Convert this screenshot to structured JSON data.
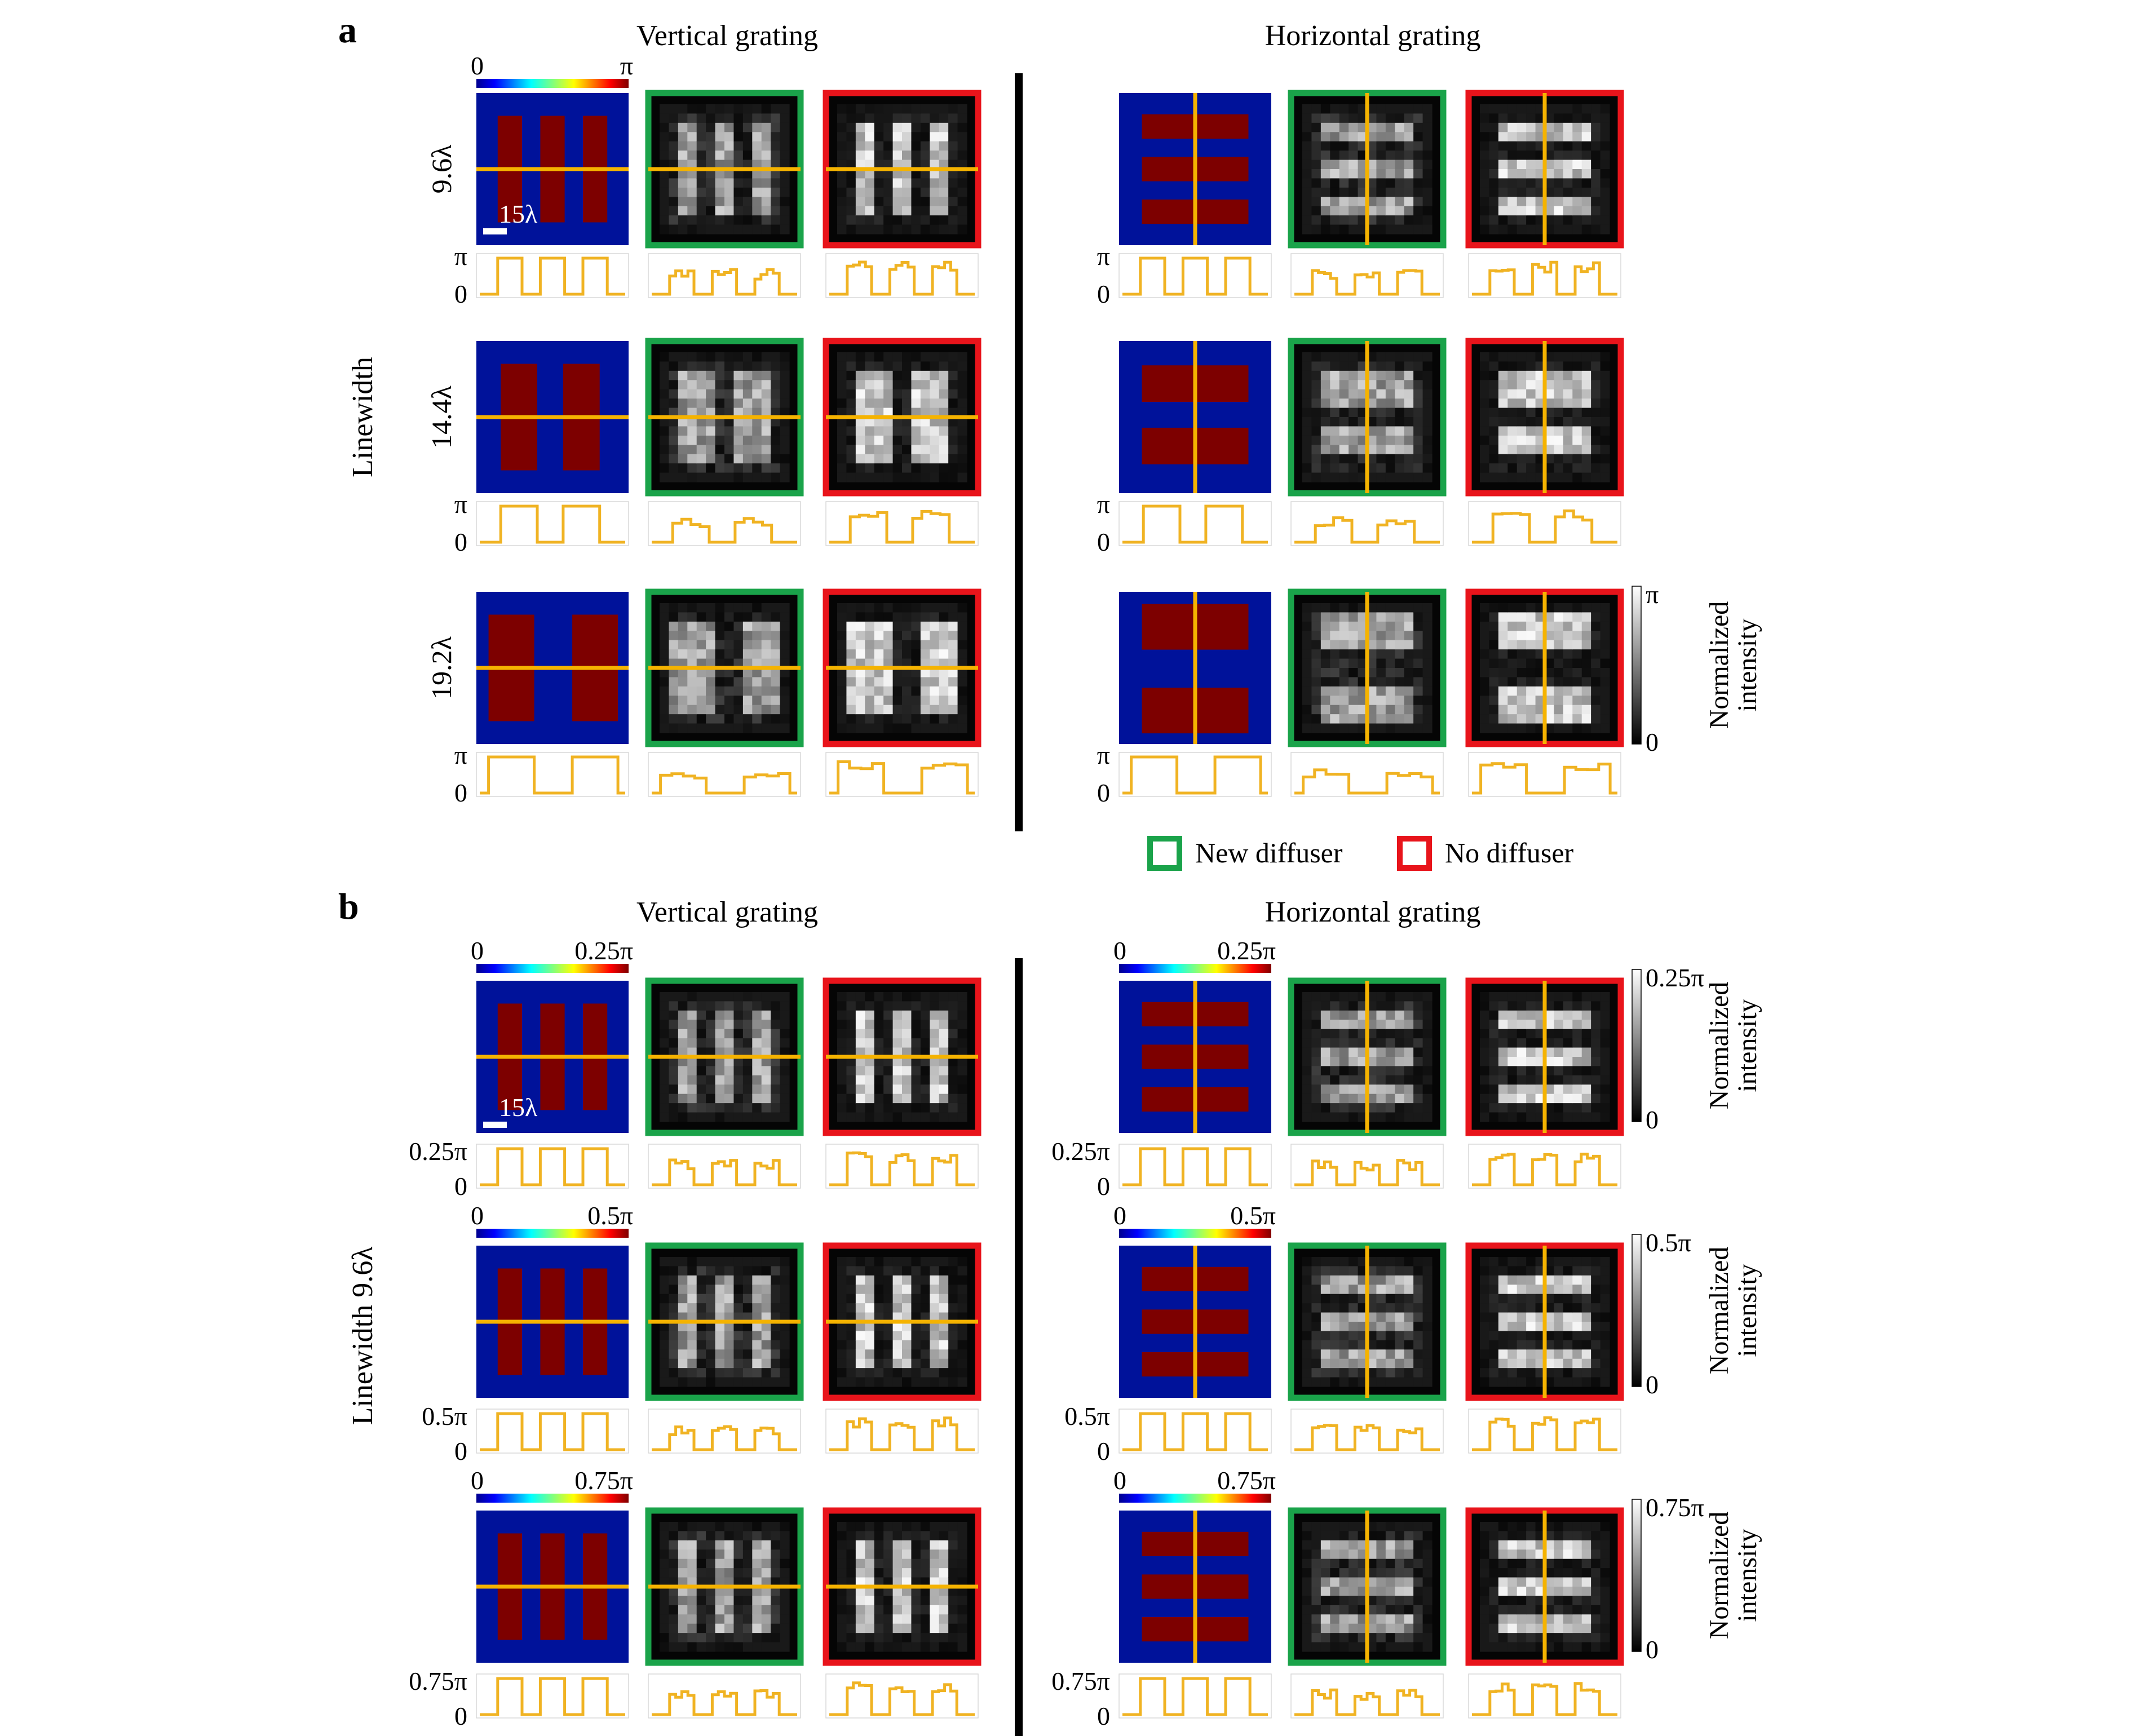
{
  "panels": [
    {
      "letter": "a",
      "vertical_title": "Vertical grating",
      "horizontal_title": "Horizontal grating",
      "side_label": "Linewidth",
      "colorbar_top": {
        "min": "0",
        "max": "π"
      },
      "scale_bar": "15λ",
      "rows": [
        {
          "row_label": "9.6λ",
          "bars": 3,
          "wide": false,
          "profile_top": "π",
          "profile_bottom": "0"
        },
        {
          "row_label": "14.4λ",
          "bars": 2,
          "wide": false,
          "profile_top": "π",
          "profile_bottom": "0"
        },
        {
          "row_label": "19.2λ",
          "bars": 2,
          "wide": true,
          "profile_top": "π",
          "profile_bottom": "0"
        }
      ],
      "intensity_bar": {
        "top": "π",
        "bottom": "0",
        "label_line1": "Normalized",
        "label_line2": "intensity"
      },
      "legend": {
        "new": "New diffuser",
        "none": "No diffuser"
      }
    },
    {
      "letter": "b",
      "vertical_title": "Vertical grating",
      "horizontal_title": "Horizontal grating",
      "side_label": "Linewidth 9.6λ",
      "scale_bar": "15λ",
      "rows": [
        {
          "cb_min": "0",
          "cb_max": "0.25π",
          "profile_top": "0.25π",
          "profile_bottom": "0",
          "ib_top": "0.25π",
          "ib_bottom": "0"
        },
        {
          "cb_min": "0",
          "cb_max": "0.5π",
          "profile_top": "0.5π",
          "profile_bottom": "0",
          "ib_top": "0.5π",
          "ib_bottom": "0"
        },
        {
          "cb_min": "0",
          "cb_max": "0.75π",
          "profile_top": "0.75π",
          "profile_bottom": "0",
          "ib_top": "0.75π",
          "ib_bottom": "0"
        }
      ],
      "intensity_label_line1": "Normalized",
      "intensity_label_line2": "intensity"
    }
  ],
  "colors": {
    "new_diffuser_frame": "#1aa34a",
    "no_diffuser_frame": "#e8141b",
    "phase_bg": "#00129a",
    "phase_bar": "#7d0000",
    "cut_line": "#f5b300",
    "profile_line": "#f0b323"
  }
}
